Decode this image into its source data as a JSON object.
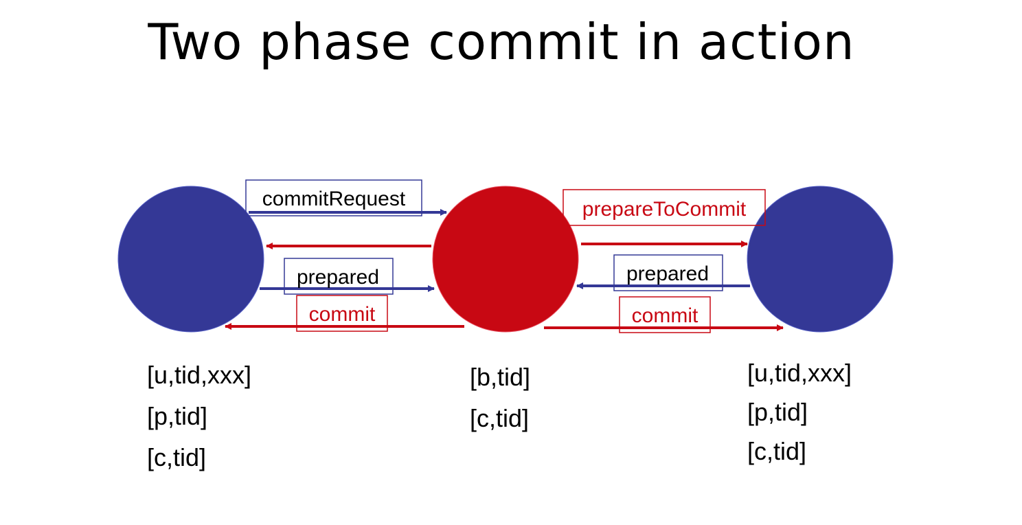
{
  "title": "Two phase commit in action",
  "colors": {
    "participant": "#343896",
    "coordinator": "#c80813",
    "blue_arrow": "#343896",
    "red_arrow": "#c80813",
    "blue_label_text": "#000000",
    "red_label_text": "#c80813"
  },
  "nodes": [
    {
      "id": "left",
      "role": "participant",
      "color": "participant"
    },
    {
      "id": "center",
      "role": "coordinator",
      "color": "coordinator"
    },
    {
      "id": "right",
      "role": "participant",
      "color": "participant"
    }
  ],
  "messages": [
    {
      "id": "commit-request",
      "label": "commitRequest",
      "from": "left",
      "to": "center",
      "color": "blue"
    },
    {
      "id": "prepare-to-commit-left",
      "label": "",
      "from": "center",
      "to": "left",
      "color": "red"
    },
    {
      "id": "prepared-left",
      "label": "prepared",
      "from": "left",
      "to": "center",
      "color": "blue"
    },
    {
      "id": "commit-left",
      "label": "commit",
      "from": "center",
      "to": "left",
      "color": "red"
    },
    {
      "id": "prepare-to-commit-right",
      "label": "prepareToCommit",
      "from": "center",
      "to": "right",
      "color": "red"
    },
    {
      "id": "prepared-right",
      "label": "prepared",
      "from": "right",
      "to": "center",
      "color": "blue"
    },
    {
      "id": "commit-right",
      "label": "commit",
      "from": "center",
      "to": "right",
      "color": "red"
    }
  ],
  "logs": {
    "left": [
      "[u,tid,xxx]",
      "[p,tid]",
      "[c,tid]"
    ],
    "center": [
      "[b,tid]",
      "[c,tid]"
    ],
    "right": [
      "[u,tid,xxx]",
      "[p,tid]",
      "[c,tid]"
    ]
  }
}
